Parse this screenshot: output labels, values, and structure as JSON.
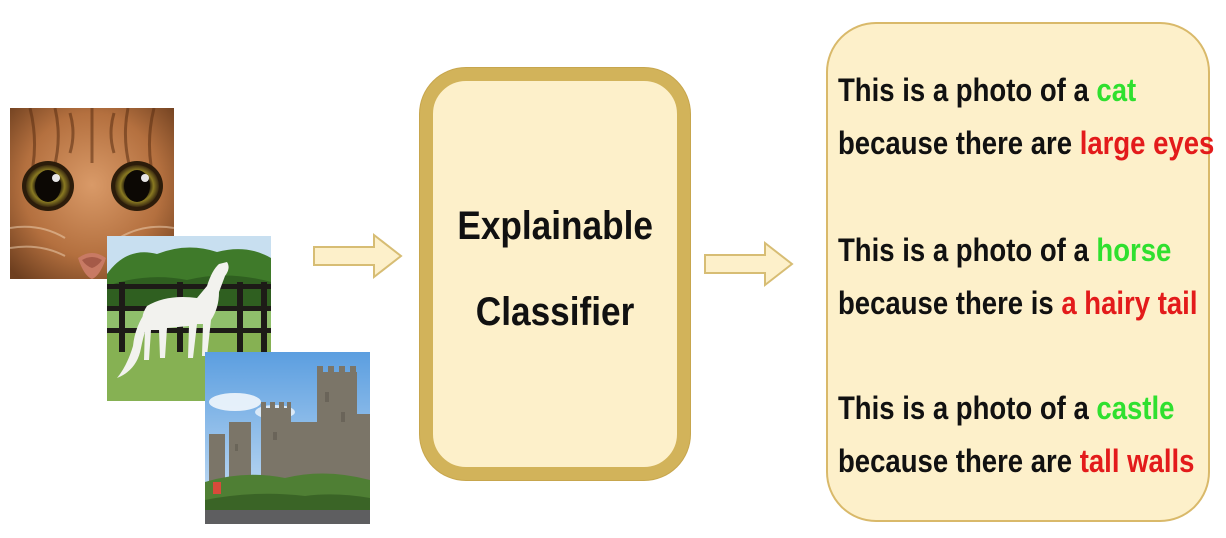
{
  "classifier": {
    "line1": "Explainable",
    "line2": "Classifier"
  },
  "explanations": [
    {
      "line1_prefix": "This is a photo of a ",
      "class_name": "cat",
      "line2_prefix": "because there are ",
      "reason": "large eyes"
    },
    {
      "line1_prefix": "This is a photo of a ",
      "class_name": "horse",
      "line2_prefix": "because there is ",
      "reason": "a hairy tail"
    },
    {
      "line1_prefix": "This is a photo of a ",
      "class_name": "castle",
      "line2_prefix": "because there are ",
      "reason": "tall walls"
    }
  ],
  "colors": {
    "class_name": "#2fe02f",
    "reason": "#e31b1b",
    "box_fill": "#fdf0ca",
    "box_border": "#d2b35a"
  },
  "icons": [
    "cat-photo",
    "horse-photo",
    "castle-photo",
    "right-arrow-icon"
  ]
}
